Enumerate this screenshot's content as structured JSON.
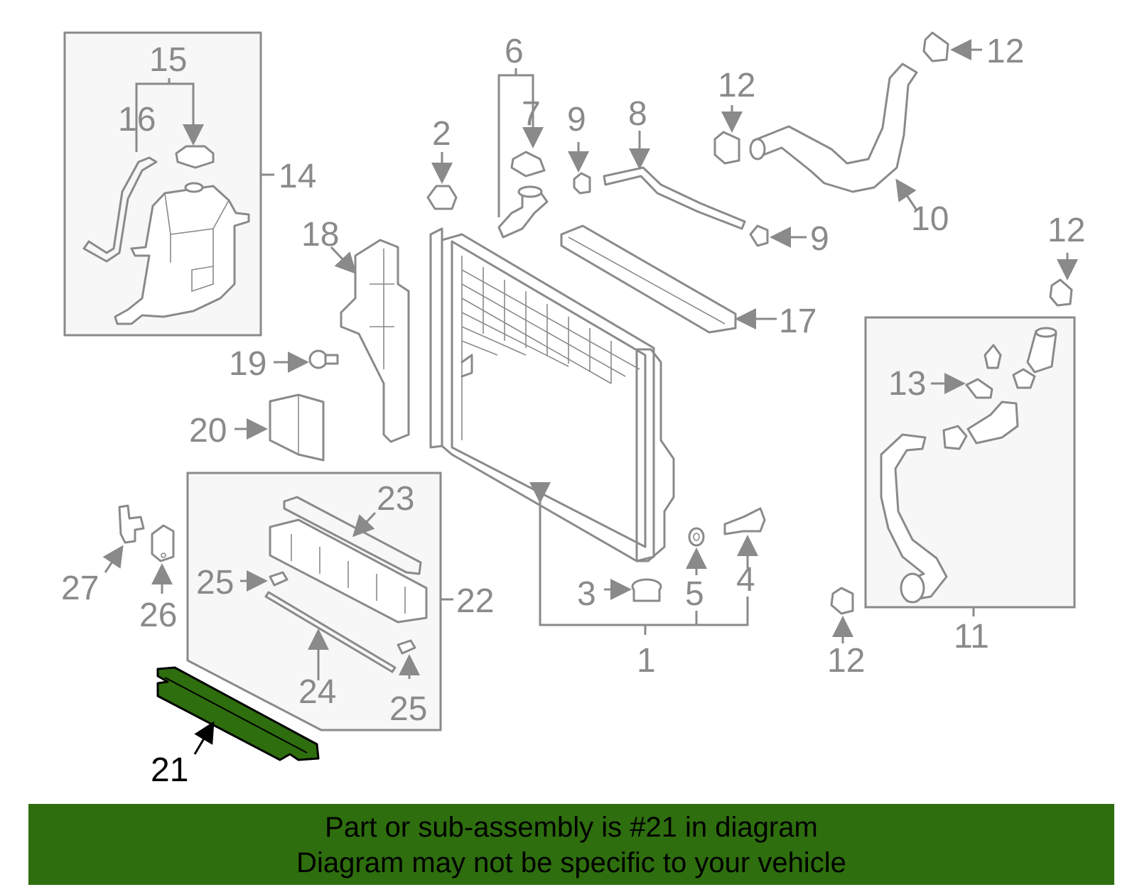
{
  "diagram": {
    "highlight_color": "#2e6e0e",
    "highlight_part": "21",
    "callouts": [
      "1",
      "2",
      "3",
      "4",
      "5",
      "6",
      "7",
      "8",
      "9",
      "9",
      "10",
      "11",
      "12",
      "12",
      "12",
      "12",
      "13",
      "14",
      "15",
      "16",
      "17",
      "18",
      "19",
      "20",
      "21",
      "22",
      "23",
      "24",
      "25",
      "25",
      "26",
      "27"
    ]
  },
  "banner": {
    "line1": "Part or sub-assembly is #21 in diagram",
    "line2": "Diagram may not be specific to your vehicle",
    "color": "#2e6e0e"
  }
}
